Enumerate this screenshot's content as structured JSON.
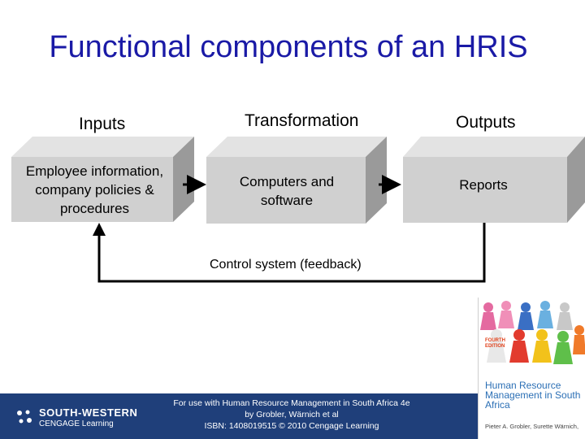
{
  "title": "Functional components of an HRIS",
  "columns": {
    "inputs": "Inputs",
    "transformation": "Transformation",
    "outputs": "Outputs"
  },
  "boxes": {
    "inputs": "Employee information, company policies & procedures",
    "transformation": "Computers and software",
    "outputs": "Reports"
  },
  "feedback_label": "Control system (feedback)",
  "footer": {
    "line1": "For use with Human Resource Management in South Africa 4e",
    "line2": "by Grobler, Wärnich et al",
    "line3": "ISBN: 1408019515 © 2010 Cengage Learning"
  },
  "publisher": {
    "name": "SOUTH-WESTERN",
    "sub": "CENGAGE Learning"
  },
  "book_cover": {
    "edition": "FOURTH EDITION",
    "title": "Human Resource Management in South Africa",
    "authors": "Pieter A. Grobler, Surette Wärnich,"
  },
  "colors": {
    "title": "#1a1aa6",
    "box_front": "#d0d0d0",
    "box_top": "#e3e3e3",
    "box_side": "#9a9a9a",
    "footer": "#1f3f7a"
  }
}
